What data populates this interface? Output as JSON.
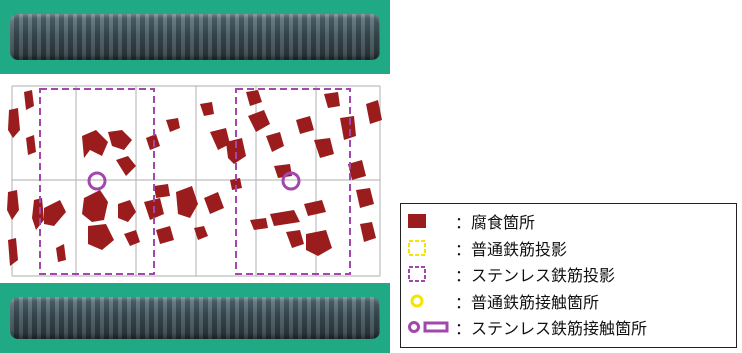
{
  "legend": {
    "items": [
      {
        "key": "corrosion",
        "label": "：腐食箇所",
        "color": "#9b1c1c"
      },
      {
        "key": "normal-projection",
        "label": "：普通鉄筋投影",
        "color": "#f5e400"
      },
      {
        "key": "stainless-projection",
        "label": "：ステンレス鉄筋投影",
        "color": "#a347ad"
      },
      {
        "key": "normal-contact",
        "label": "：普通鉄筋接触箇所",
        "color": "#f5e400"
      },
      {
        "key": "stainless-contact",
        "label": "：ステンレス鉄筋接触箇所",
        "color": "#a347ad"
      }
    ]
  },
  "photos": {
    "top": "rebar-top-view",
    "bottom": "rebar-bottom-view"
  },
  "colors": {
    "background_green": "#1fa985",
    "corrosion": "#9b1c1c",
    "grid": "#bdbdbd",
    "stainless": "#a347ad",
    "normal": "#f5e400"
  }
}
